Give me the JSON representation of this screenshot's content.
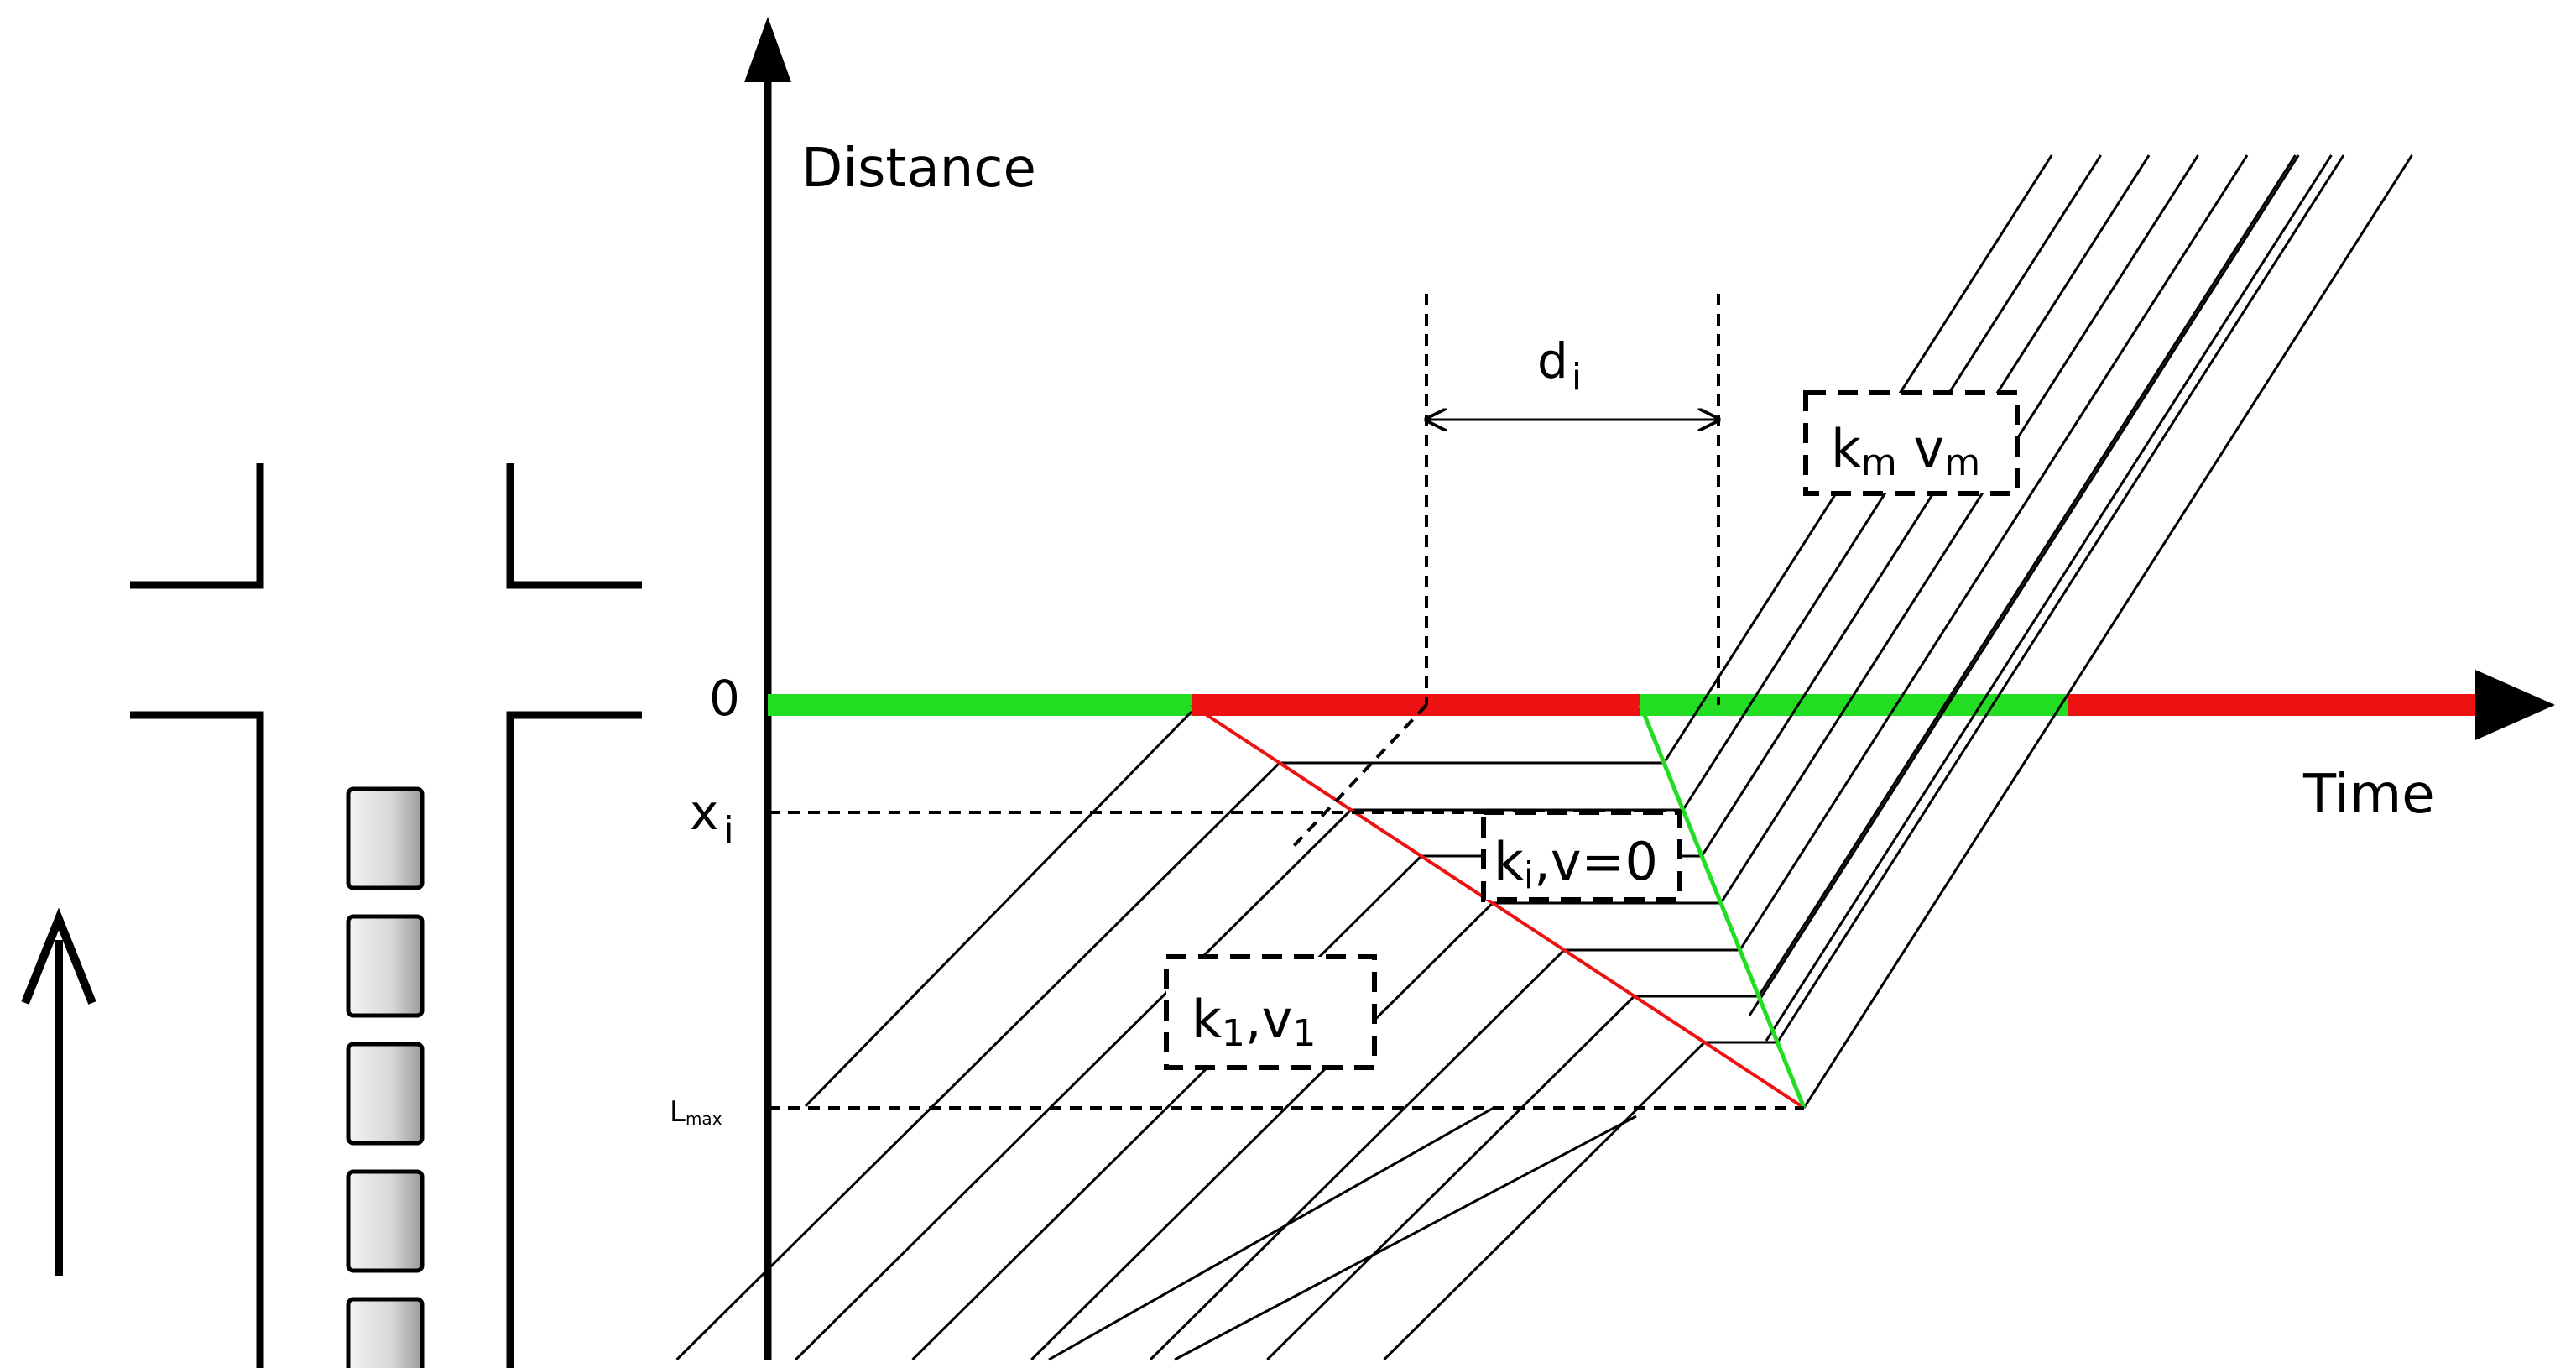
{
  "axes": {
    "y_label": "Distance",
    "x_label": "Time",
    "origin_label": "0"
  },
  "markers": {
    "xi_label": "x",
    "xi_sub": "i",
    "lmax_label": "L",
    "lmax_sub": "max",
    "di_label": "d",
    "di_sub": "i"
  },
  "boxes": {
    "km": {
      "k": "k",
      "k_sub": "m",
      "v": " v",
      "v_sub": "m"
    },
    "ki": {
      "k": "k",
      "k_sub": "i",
      "rest": ",v=0"
    },
    "k1": {
      "k": "k",
      "k_sub": "1",
      "mid": ",v",
      "v_sub": "1"
    }
  },
  "signal": {
    "sequence": [
      "green",
      "red",
      "green",
      "red"
    ]
  },
  "colors": {
    "green": "#22dd22",
    "red": "#ee1111",
    "shock_red": "#ee1111",
    "shock_green": "#22dd22",
    "ink": "#000000"
  },
  "intersection": {
    "vehicle_count": 5,
    "arrow": "up-arrow"
  }
}
